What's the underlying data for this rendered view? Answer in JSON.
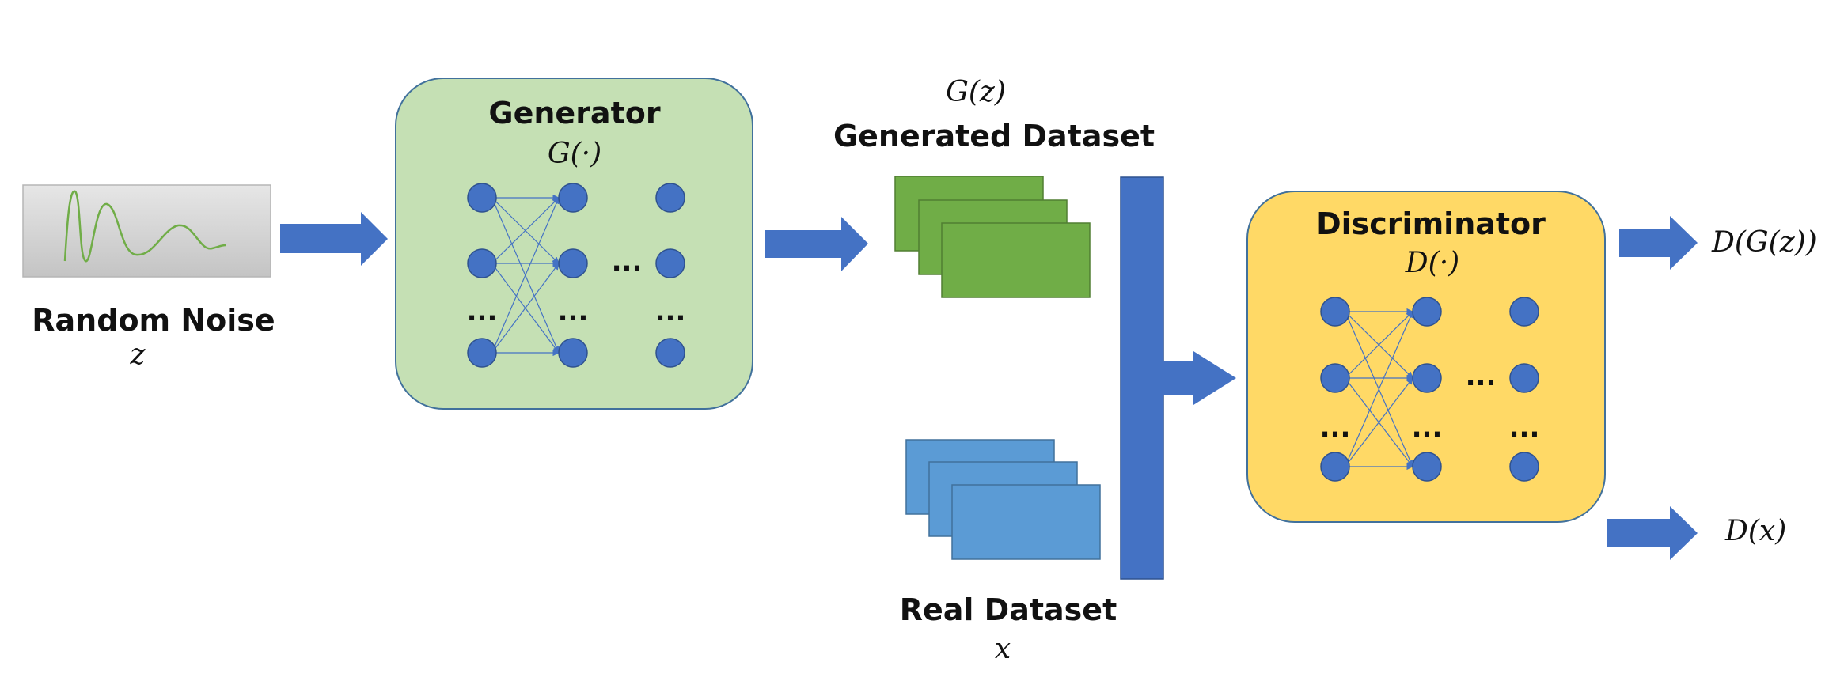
{
  "noise": {
    "label": "Random Noise",
    "symbol": "z"
  },
  "generator": {
    "title": "Generator",
    "symbol": "G(·)"
  },
  "generated": {
    "symbol": "G(z)",
    "label": "Generated Dataset"
  },
  "real": {
    "label": "Real Dataset",
    "symbol": "x"
  },
  "discriminator": {
    "title": "Discriminator",
    "symbol": "D(·)"
  },
  "outputs": {
    "fake": "D(G(z))",
    "real": "D(x)"
  },
  "ellipsis": "...",
  "colors": {
    "arrow": "#4472c4",
    "generator_fill": "#c5e0b4",
    "discriminator_fill": "#ffd966",
    "generated_fill": "#70ad47",
    "real_fill": "#5b9bd5",
    "node_fill": "#4472c4",
    "noise_wave": "#70ad47"
  }
}
